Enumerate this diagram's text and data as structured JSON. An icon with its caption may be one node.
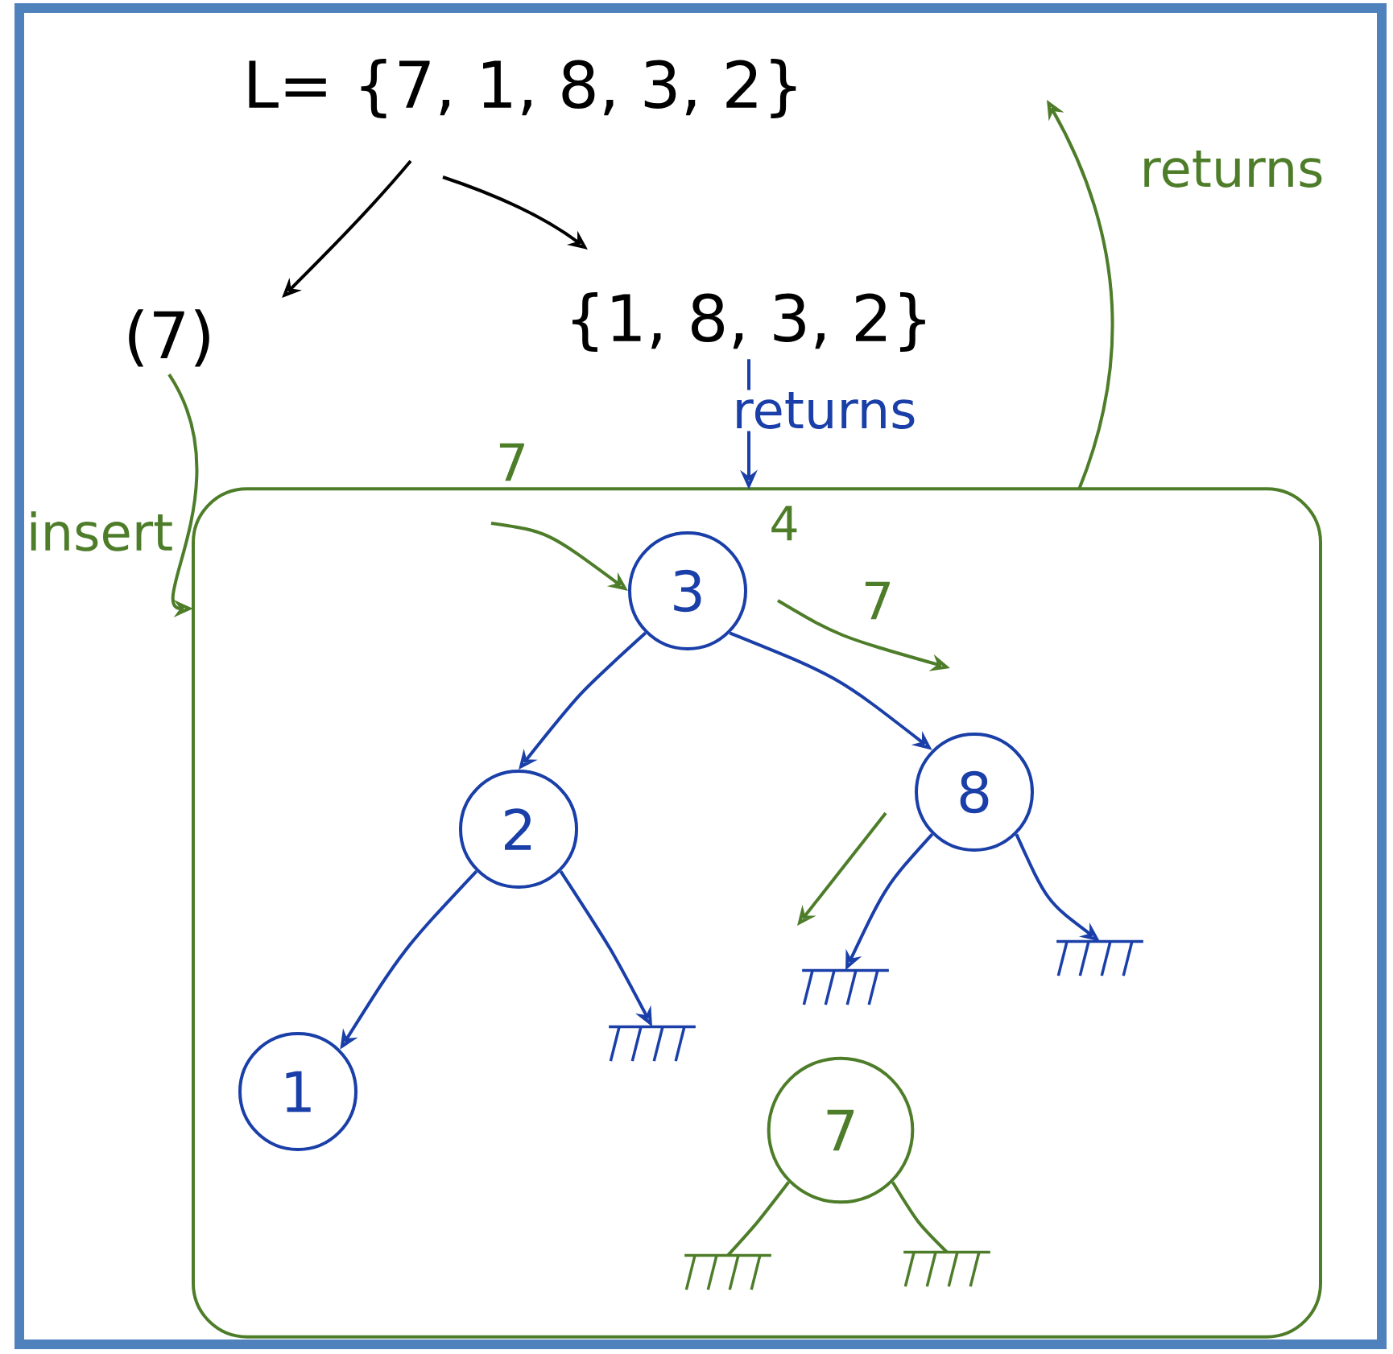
{
  "diagram": {
    "nodes": [
      {
        "text": [
          "L= {7, 1, 8, 3, 2}"
        ]
      },
      {
        "text": [
          "(7)"
        ]
      },
      {
        "text": [
          "{1, 8, 3, 2}"
        ]
      },
      {
        "text": [],
        "shape": "box"
      },
      {
        "text": [
          "3"
        ],
        "in": 3
      },
      {
        "text": [
          "2"
        ],
        "in": 3
      },
      {
        "text": [
          "8"
        ],
        "in": 3
      },
      {
        "text": [
          "1"
        ],
        "in": 3
      },
      {
        "text": [],
        "shape": "bar",
        "in": 3
      },
      {
        "text": [],
        "shape": "bar",
        "in": 3
      },
      {
        "text": [],
        "shape": "bar",
        "in": 3
      },
      {
        "text": [
          "7"
        ],
        "in": 3
      },
      {
        "text": [],
        "shape": "bar",
        "in": 3
      },
      {
        "text": [],
        "shape": "bar",
        "in": 3
      }
    ],
    "edges": [
      {
        "from": 0,
        "to": 1,
        "arrow": "to",
        "color": "#000000"
      },
      {
        "from": 0,
        "to": 2,
        "arrow": "to",
        "color": "#000000"
      },
      {
        "from": 1,
        "to": 3,
        "arrow": "to",
        "label": "insert",
        "color": "#4e7d2a"
      },
      {
        "from": 2,
        "to": 3,
        "arrow": "to",
        "label": "returns",
        "color": "#1a3fa8"
      },
      {
        "from": null,
        "to": 4,
        "arrow": "to",
        "label": "7",
        "color": "#4e7d2a"
      },
      {
        "from": 4,
        "to": 5,
        "arrow": "to",
        "color": "#1a3fa8"
      },
      {
        "from": 4,
        "to": 6,
        "arrow": "to",
        "color": "#1a3fa8"
      },
      {
        "from": 4,
        "to": 6,
        "arrow": "to",
        "label": "7",
        "color": "#4e7d2a"
      },
      {
        "from": 5,
        "to": 7,
        "arrow": "to",
        "color": "#1a3fa8"
      },
      {
        "from": 5,
        "to": 8,
        "arrow": "to",
        "color": "#1a3fa8"
      },
      {
        "from": 6,
        "to": 9,
        "arrow": "to",
        "color": "#4e7d2a"
      },
      {
        "from": 6,
        "to": 9,
        "arrow": "to",
        "color": "#1a3fa8"
      },
      {
        "from": 6,
        "to": 10,
        "arrow": "to",
        "color": "#1a3fa8"
      },
      {
        "from": 11,
        "to": 12,
        "arrow": "none",
        "color": "#4e7d2a"
      },
      {
        "from": 11,
        "to": 13,
        "arrow": "none",
        "color": "#4e7d2a"
      },
      {
        "from": 3,
        "to": null,
        "arrow": "to",
        "label": "returns",
        "color": "#4e7d2a"
      }
    ],
    "labels": [
      "4"
    ]
  }
}
